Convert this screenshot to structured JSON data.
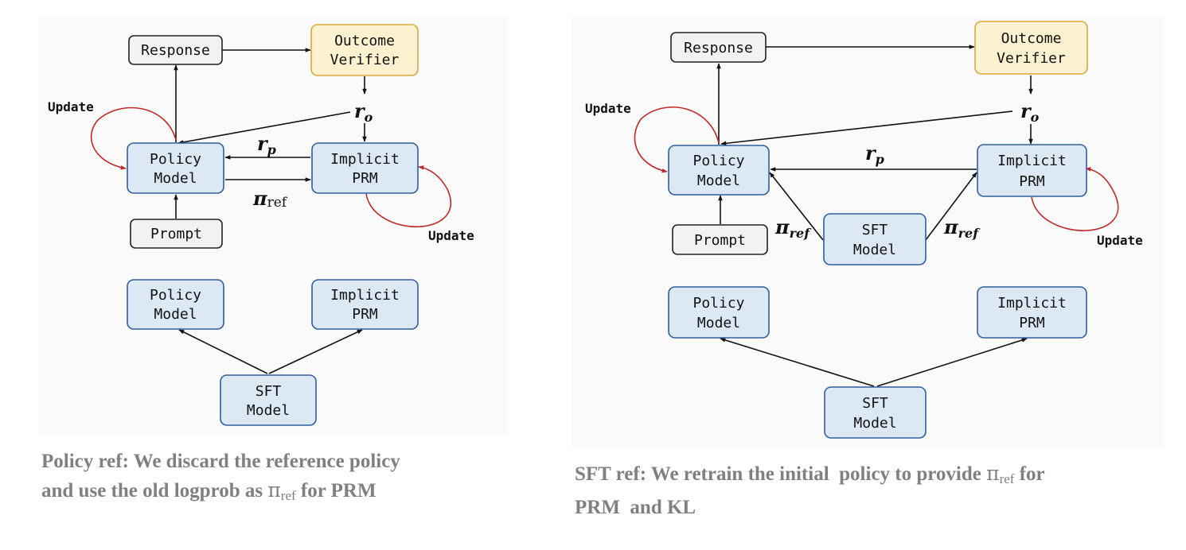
{
  "left": {
    "nodes": {
      "response": "Response",
      "outcome_verifier": [
        "Outcome",
        "Verifier"
      ],
      "policy_model": [
        "Policy",
        "Model"
      ],
      "implicit_prm": [
        "Implicit",
        "PRM"
      ],
      "prompt": "Prompt",
      "policy_model_bottom": [
        "Policy",
        "Model"
      ],
      "implicit_prm_bottom": [
        "Implicit",
        "PRM"
      ],
      "sft_model": [
        "SFT",
        "Model"
      ]
    },
    "update_policy": "Update",
    "update_prm": "Update",
    "r_o": {
      "symbol": "r",
      "sub": "o"
    },
    "r_p": {
      "symbol": "r",
      "sub": "p"
    },
    "pi_ref": {
      "symbol": "π",
      "sub": "ref"
    },
    "caption": {
      "line1": "Policy ref: We discard the reference policy",
      "line2_before": "and use the old logprob as ",
      "symbol": "π",
      "sub": "ref",
      "line2_after": " for PRM"
    }
  },
  "right": {
    "nodes": {
      "response": "Response",
      "outcome_verifier": [
        "Outcome",
        "Verifier"
      ],
      "policy_model": [
        "Policy",
        "Model"
      ],
      "implicit_prm": [
        "Implicit",
        "PRM"
      ],
      "prompt": "Prompt",
      "sft_model_mid": [
        "SFT",
        "Model"
      ],
      "policy_model_bottom": [
        "Policy",
        "Model"
      ],
      "implicit_prm_bottom": [
        "Implicit",
        "PRM"
      ],
      "sft_model": [
        "SFT",
        "Model"
      ]
    },
    "update_policy": "Update",
    "update_prm": "Update",
    "r_o": {
      "symbol": "r",
      "sub": "o"
    },
    "r_p": {
      "symbol": "r",
      "sub": "p"
    },
    "pi_ref_left": {
      "symbol": "π",
      "sub": "ref"
    },
    "pi_ref_right": {
      "symbol": "π",
      "sub": "ref"
    },
    "caption": {
      "line1_before": "SFT ref: We retrain the initial  policy to provide ",
      "symbol": "π",
      "sub": "ref",
      "line1_after": " for",
      "line2": "PRM  and KL"
    }
  }
}
